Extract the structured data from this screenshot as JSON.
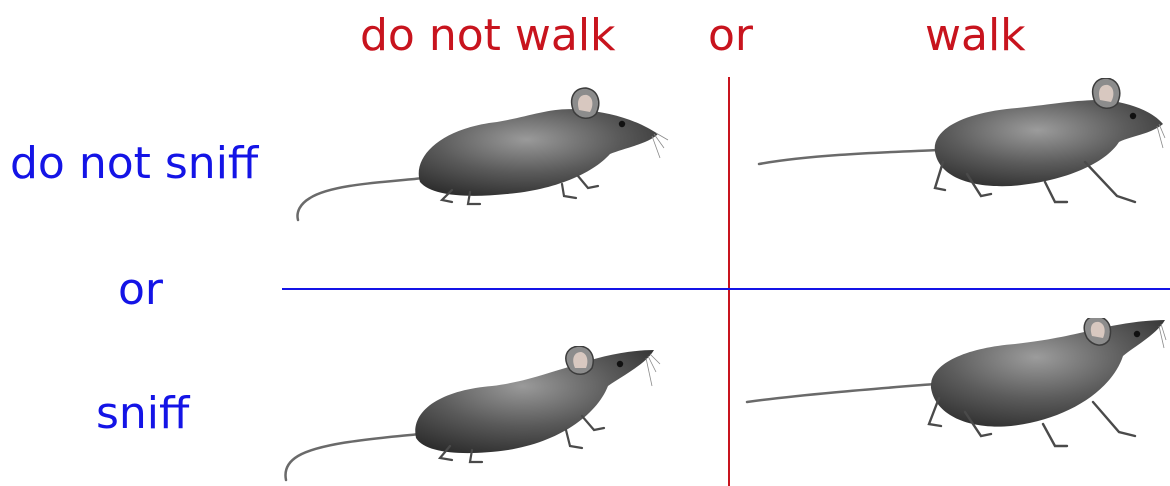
{
  "columns": {
    "left_label": "do not walk",
    "separator_label": "or",
    "right_label": "walk",
    "color": "#c8141e"
  },
  "rows": {
    "top_label": "do not sniff",
    "separator_label": "or",
    "bottom_label": "sniff",
    "color": "#1414e6"
  },
  "cells": [
    {
      "row": "do not sniff",
      "column": "do not walk",
      "icon": "mouse-standing-head-level-icon"
    },
    {
      "row": "do not sniff",
      "column": "walk",
      "icon": "mouse-walking-head-level-icon"
    },
    {
      "row": "sniff",
      "column": "do not walk",
      "icon": "mouse-standing-head-raised-icon"
    },
    {
      "row": "sniff",
      "column": "walk",
      "icon": "mouse-walking-head-raised-icon"
    }
  ]
}
